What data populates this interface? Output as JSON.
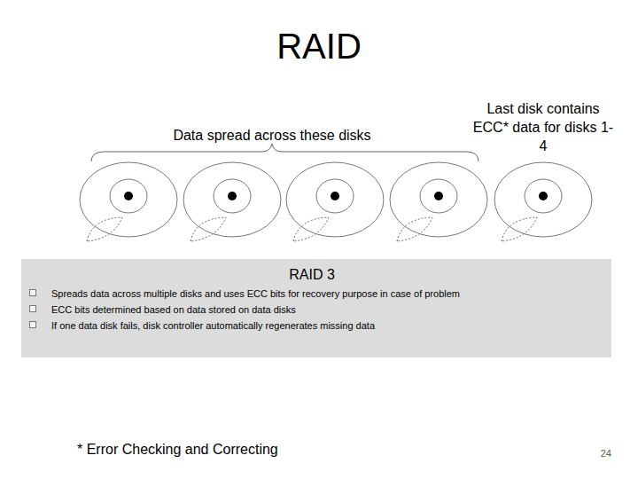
{
  "diagram": {
    "title": "RAID",
    "nodes": [
      {
        "text": [
          "RAID 3",
          "Spreads data across multiple disks and uses ECC bits for recovery purpose in case of problem",
          "ECC bits determined based on data stored on data disks",
          "If one data disk fails, disk controller automatically regenerates missing data"
        ]
      }
    ],
    "labels": [
      "Data spread across these disks",
      "Last disk contains ECC* data for disks 1-4",
      "* Error Checking and Correcting",
      "24"
    ]
  }
}
